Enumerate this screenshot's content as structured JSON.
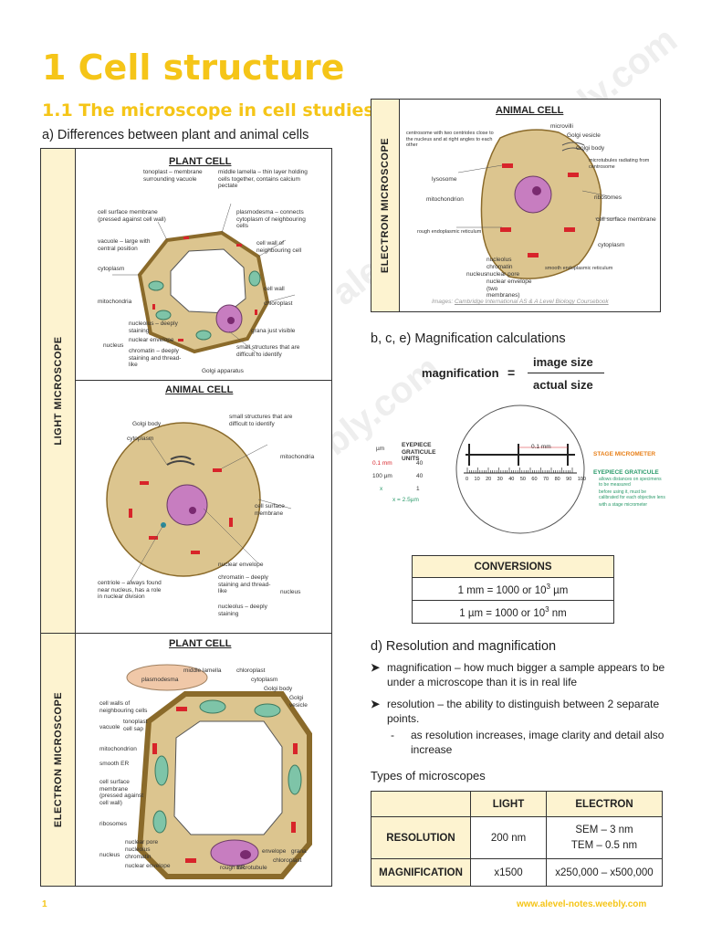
{
  "title": "1 Cell structure",
  "section": "1.1 The microscope in cell studies",
  "subsection_a": "a) Differences between plant and animal cells",
  "sidebar": {
    "light": "LIGHT MICROSCOPE",
    "electron_left": "ELECTRON MICROSCOPE",
    "electron_right": "ELECTRON MICROSCOPE"
  },
  "panels": {
    "light_plant": {
      "title": "PLANT CELL",
      "labels": [
        "tonoplast – membrane surrounding vacuole",
        "middle lamella – thin layer holding cells together, contains calcium pectate",
        "cell surface membrane (pressed against cell wall)",
        "plasmodesma – connects cytoplasm of neighbouring cells",
        "vacuole – large with central position",
        "cell wall of neighbouring cell",
        "cytoplasm",
        "cell wall",
        "mitochondria",
        "chloroplast",
        "grana just visible",
        "nucleolus – deeply staining",
        "nuclear envelope",
        "chromatin – deeply staining and thread-like",
        "nucleus",
        "small structures that are difficult to identify",
        "Golgi apparatus"
      ]
    },
    "light_animal": {
      "title": "ANIMAL CELL",
      "labels": [
        "Golgi body",
        "small structures that are difficult to identify",
        "cytoplasm",
        "mitochondria",
        "cell surface membrane",
        "nuclear envelope",
        "chromatin – deeply staining and thread-like",
        "nucleus",
        "centriole – always found near nucleus, has a role in nuclear division",
        "nucleolus – deeply staining"
      ]
    },
    "electron_plant": {
      "title": "PLANT CELL",
      "labels": [
        "middle lamella",
        "chloroplast",
        "plasmodesma",
        "cytoplasm",
        "Golgi body",
        "Golgi vesicle",
        "cell walls of neighbouring cells",
        "vacuole",
        "tonoplast",
        "cell sap",
        "mitochondrion",
        "smooth ER",
        "cell surface membrane (pressed against cell wall)",
        "ribosomes",
        "nuclear pore",
        "nucleolus",
        "chromatin",
        "nuclear envelope",
        "nucleus",
        "rough ER",
        "microtubule",
        "envelope",
        "grana",
        "chloroplast"
      ]
    },
    "electron_animal": {
      "title": "ANIMAL CELL",
      "labels": [
        "microvilli",
        "centrosome with two centrioles close to the nucleus and at right angles to each other",
        "Golgi vesicle",
        "Golgi body",
        "microtubules radiating from centrosome",
        "lysosome",
        "ribosomes",
        "mitochondrion",
        "cell surface membrane",
        "rough endoplasmic reticulum",
        "cytoplasm",
        "nucleolus",
        "chromatin",
        "nucleus",
        "nuclear pore",
        "nuclear envelope (two membranes)",
        "smooth endoplasmic reticulum"
      ],
      "credit_prefix": "Images: ",
      "credit_link": "Cambridge International AS & A Level Biology Coursebook"
    }
  },
  "magnification_section": {
    "heading": "b, c, e) Magnification calculations",
    "formula_lhs": "magnification",
    "formula_eq": "=",
    "numerator": "image size",
    "denominator": "actual size",
    "diagram": {
      "units_header": "µm",
      "eyepiece_header": "EYEPIECE GRATICULE UNITS",
      "rows": [
        {
          "a": "0.1 mm",
          "b": "40"
        },
        {
          "a": "100 µm",
          "b": "40"
        },
        {
          "a": "x",
          "b": "1"
        }
      ],
      "result": "x = 2.5µm",
      "scale_label": "0.1 mm",
      "stage_micrometer": "STAGE MICROMETER",
      "eyepiece_graticule": "EYEPIECE GRATICULE",
      "notes": [
        "allows distances on specimens to be measured",
        "before using it, must be calibrated for each objective lens",
        "with a stage micrometer"
      ],
      "ticks": [
        "0",
        "10",
        "20",
        "30",
        "40",
        "50",
        "60",
        "70",
        "80",
        "90",
        "100"
      ]
    }
  },
  "conversions": {
    "header": "CONVERSIONS",
    "row1": {
      "text": "1 mm = 1000 or 10",
      "sup": "3",
      "unit": " µm"
    },
    "row2": {
      "text": "1 µm = 1000 or 10",
      "sup": "3",
      "unit": " nm"
    }
  },
  "resolution_section": {
    "heading": "d) Resolution and magnification",
    "b1_term": "magnification",
    "b1_text": " – how much bigger a sample appears to be under a microscope than it is in real life",
    "b2_term": "resolution",
    "b2_text": " – the ability to distinguish between 2 separate points.",
    "sub": "as resolution increases, image clarity and detail also increase"
  },
  "types": {
    "heading": "Types of microscopes",
    "col_light": "LIGHT",
    "col_electron": "ELECTRON",
    "row_res": "RESOLUTION",
    "res_light": "200 nm",
    "res_electron_1": "SEM – 3 nm",
    "res_electron_2": "TEM – 0.5 nm",
    "row_mag": "MAGNIFICATION",
    "mag_light": "x1500",
    "mag_electron": "x250,000 – x500,000"
  },
  "footer": {
    "page": "1",
    "url": "www.alevel-notes.weebly.com"
  },
  "watermark": "alevel-notes.weebly.com",
  "colors": {
    "accent": "#f5c518",
    "sidebar": "#fdf3d0",
    "cell_fill": "#dcc58f",
    "nucleus": "#c77dc0",
    "mito": "#d8242a",
    "chloroplast": "#7ec4a8"
  }
}
